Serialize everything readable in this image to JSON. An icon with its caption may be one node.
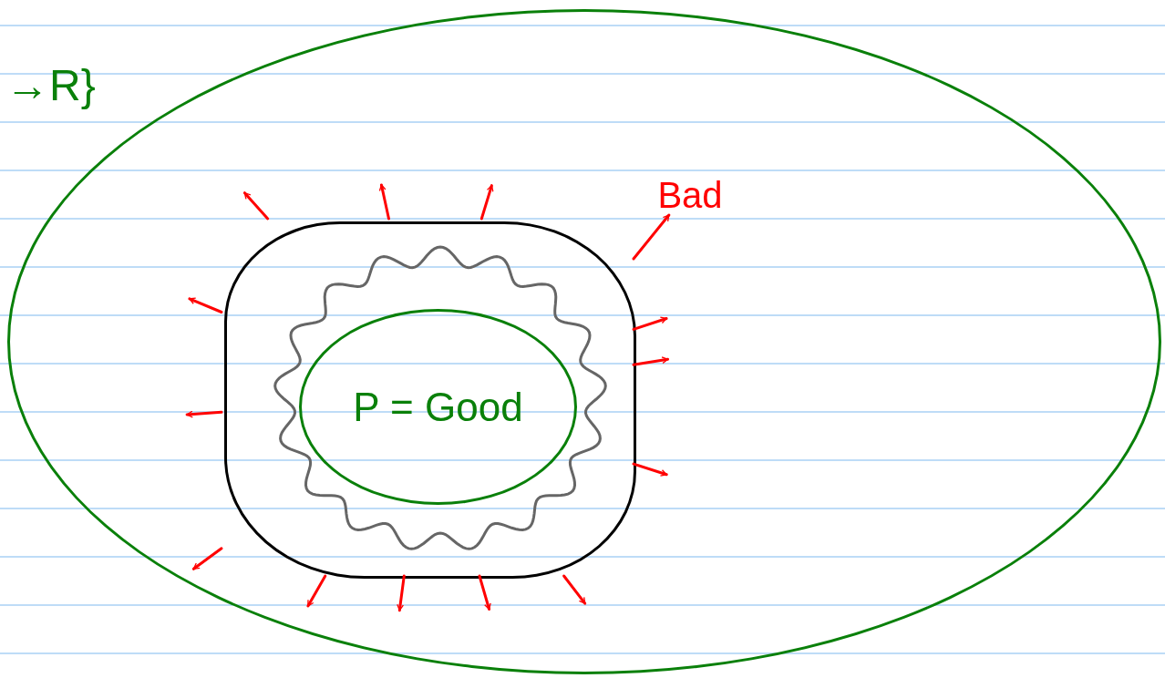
{
  "diagram": {
    "nodes": [
      {
        "text": [],
        "shape": "ellipse"
      },
      {
        "text": [],
        "shape": "blob",
        "in": 0
      },
      {
        "text": [],
        "shape": "cloud",
        "in": 1
      },
      {
        "text": [
          "P = Good"
        ],
        "in": 2
      },
      {
        "text": [
          "Bad"
        ],
        "in": 0
      }
    ],
    "edges": [
      {
        "from": 1,
        "to": null,
        "arrow": "to",
        "color": "#ff0000"
      },
      {
        "from": 1,
        "to": null,
        "arrow": "to",
        "color": "#ff0000"
      },
      {
        "from": 1,
        "to": 4,
        "arrow": "to",
        "color": "#ff0000"
      },
      {
        "from": 1,
        "to": null,
        "arrow": "to",
        "color": "#ff0000"
      },
      {
        "from": 1,
        "to": null,
        "arrow": "to",
        "color": "#ff0000"
      },
      {
        "from": 1,
        "to": null,
        "arrow": "to",
        "color": "#ff0000"
      },
      {
        "from": 1,
        "to": null,
        "arrow": "to",
        "color": "#ff0000"
      },
      {
        "from": 1,
        "to": null,
        "arrow": "to",
        "color": "#ff0000"
      },
      {
        "from": 1,
        "to": null,
        "arrow": "to",
        "color": "#ff0000"
      },
      {
        "from": 1,
        "to": null,
        "arrow": "to",
        "color": "#ff0000"
      },
      {
        "from": 1,
        "to": null,
        "arrow": "to",
        "color": "#ff0000"
      },
      {
        "from": 1,
        "to": null,
        "arrow": "to",
        "color": "#ff0000"
      },
      {
        "from": 1,
        "to": null,
        "arrow": "to",
        "color": "#ff0000"
      },
      {
        "from": 1,
        "to": null,
        "arrow": "to",
        "color": "#ff0000"
      }
    ],
    "labels": [
      "→R}"
    ]
  }
}
